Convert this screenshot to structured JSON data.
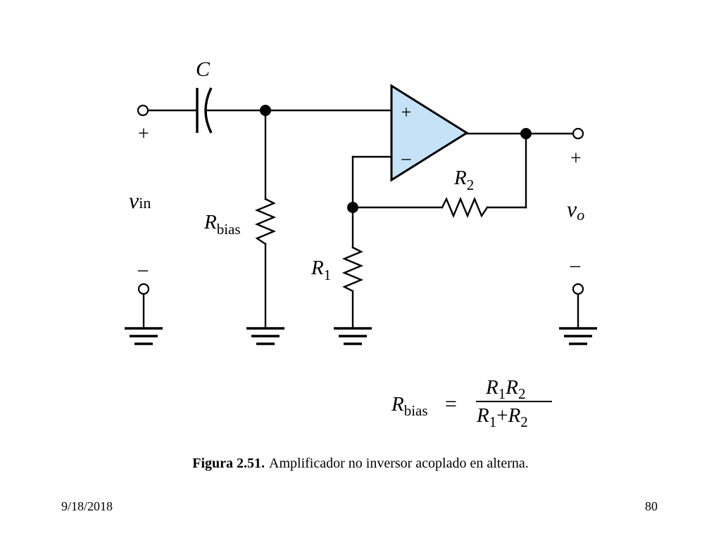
{
  "diagram": {
    "components": {
      "capacitor": "C",
      "r_bias": {
        "main": "R",
        "sub": "bias"
      },
      "r1": {
        "main": "R",
        "sub": "1"
      },
      "r2": {
        "main": "R",
        "sub": "2"
      }
    },
    "opamp": {
      "plus": "+",
      "minus": "–",
      "fill_color": "#c6e2f7"
    },
    "input": {
      "plus": "+",
      "minus": "–",
      "main": "v",
      "sub": "in"
    },
    "output": {
      "plus": "+",
      "minus": "–",
      "main": "v",
      "sub": "o"
    },
    "formula": {
      "lhs_main": "R",
      "lhs_sub": "bias",
      "eq": "=",
      "num": [
        {
          "main": "R",
          "sub": "1"
        },
        {
          "main": "R",
          "sub": "2"
        }
      ],
      "den_a": {
        "main": "R",
        "sub": "1"
      },
      "den_op": "+",
      "den_b": {
        "main": "R",
        "sub": "2"
      }
    }
  },
  "caption": {
    "label": "Figura 2.51.",
    "text": "Amplificador no inversor acoplado en alterna."
  },
  "footer": {
    "date": "9/18/2018",
    "page": "80"
  }
}
